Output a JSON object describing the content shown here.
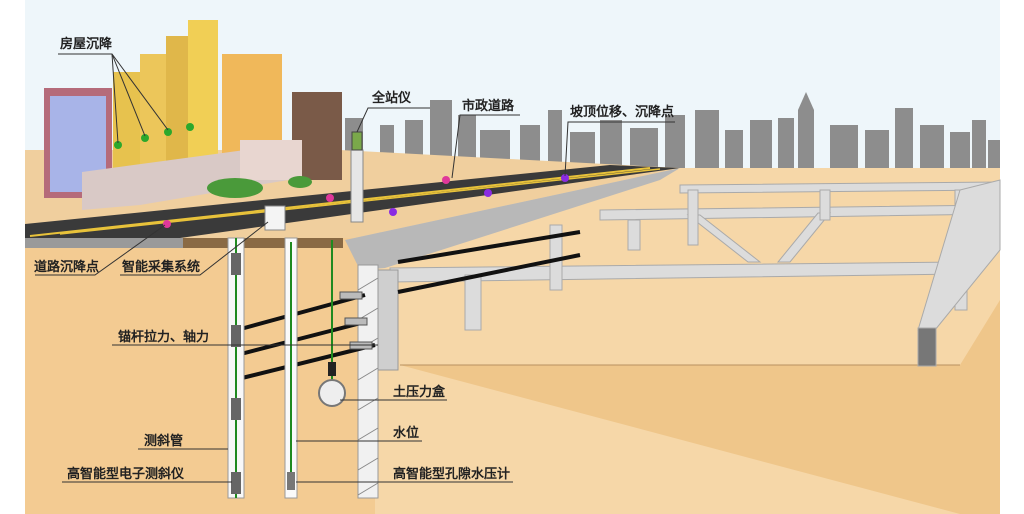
{
  "title": "基坑监测示意图",
  "labels": {
    "house_settlement": "房屋沉降",
    "total_station": "全站仪",
    "municipal_road": "市政道路",
    "slope_top": "坡顶位移、沉降点",
    "road_settlement": "道路沉降点",
    "acquisition_system": "智能采集系统",
    "anchor_force": "锚杆拉力、轴力",
    "earth_pressure_cell": "土压力盒",
    "inclinometer_tube": "测斜管",
    "water_level": "水位",
    "inclinometer": "高智能型电子测斜仪",
    "piezometer": "高智能型孔隙水压计"
  },
  "colors": {
    "sky": "#eef6fa",
    "soil": "#f3cb92",
    "pit": "#f6d7a8",
    "city": "#8d8d8d",
    "road": "#3a3a3a",
    "green": "#1f8a1f",
    "purple": "#8a2be2",
    "pink": "#e0389a"
  }
}
